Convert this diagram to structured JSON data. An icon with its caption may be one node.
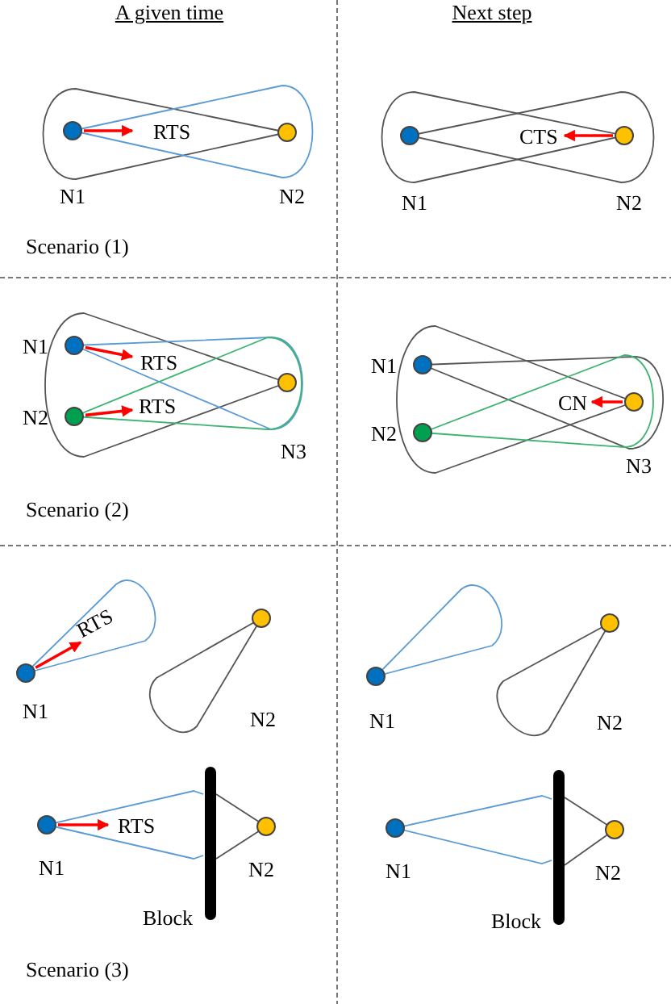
{
  "diagram": {
    "nodes": [
      {
        "text": [],
        "shape": "circle",
        "beside": [
          "N1"
        ]
      },
      {
        "text": [],
        "shape": "circle",
        "beside": [
          "N2"
        ]
      },
      {
        "text": [],
        "shape": "circle",
        "beside": [
          "N1"
        ]
      },
      {
        "text": [],
        "shape": "circle",
        "beside": [
          "N2"
        ]
      },
      {
        "text": [],
        "shape": "circle",
        "beside": [
          "N1"
        ]
      },
      {
        "text": [],
        "shape": "circle",
        "beside": [
          "N2"
        ]
      },
      {
        "text": [],
        "shape": "circle",
        "beside": [
          "N3"
        ]
      },
      {
        "text": [],
        "shape": "circle",
        "beside": [
          "N1"
        ]
      },
      {
        "text": [],
        "shape": "circle",
        "beside": [
          "N2"
        ]
      },
      {
        "text": [],
        "shape": "circle",
        "beside": [
          "N3"
        ]
      },
      {
        "text": [],
        "shape": "circle",
        "beside": [
          "N1"
        ]
      },
      {
        "text": [],
        "shape": "circle",
        "beside": [
          "N2"
        ]
      },
      {
        "text": [],
        "shape": "circle",
        "beside": [
          "N1"
        ]
      },
      {
        "text": [],
        "shape": "circle",
        "beside": [
          "N2"
        ]
      },
      {
        "text": [],
        "shape": "circle",
        "beside": [
          "N1"
        ]
      },
      {
        "text": [],
        "shape": "bar",
        "beside": [
          "Block"
        ]
      },
      {
        "text": [],
        "shape": "circle",
        "beside": [
          "N2"
        ]
      },
      {
        "text": [],
        "shape": "circle",
        "beside": [
          "N1"
        ]
      },
      {
        "text": [],
        "shape": "bar",
        "beside": [
          "Block"
        ]
      },
      {
        "text": [],
        "shape": "circle",
        "beside": [
          "N2"
        ]
      }
    ],
    "edges": [
      {
        "from": 0,
        "to": null,
        "arrow": "to",
        "label": "RTS"
      },
      {
        "from": 3,
        "to": null,
        "arrow": "to",
        "label": "CTS"
      },
      {
        "from": 4,
        "to": null,
        "arrow": "to",
        "label": "RTS"
      },
      {
        "from": 5,
        "to": null,
        "arrow": "to",
        "label": "RTS"
      },
      {
        "from": 9,
        "to": null,
        "arrow": "to",
        "label": "CN"
      },
      {
        "from": 10,
        "to": null,
        "arrow": "to",
        "label": "RTS"
      },
      {
        "from": 14,
        "to": null,
        "arrow": "to",
        "label": "RTS"
      }
    ],
    "labels": [
      "A given time",
      "Next step",
      "Scenario (1)",
      "Scenario (2)",
      "Scenario (3)"
    ]
  }
}
